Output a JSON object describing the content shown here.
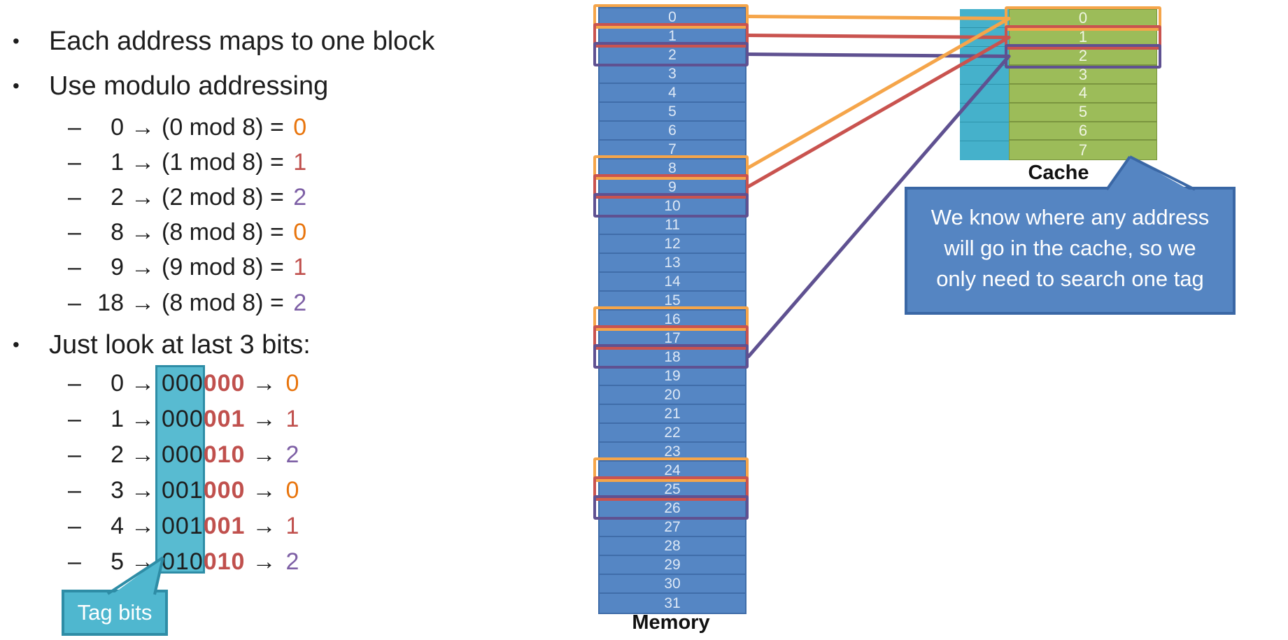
{
  "slide": {
    "glyphs": {
      "bullet": "•",
      "dash": "–",
      "arrow": "→"
    },
    "bullets": [
      {
        "label": "Each address maps to one block"
      },
      {
        "label": "Use modulo addressing"
      },
      {
        "label": "Just look at last 3 bits:"
      }
    ],
    "modulo_items": [
      {
        "addr": "0",
        "expr": "(0 mod 8) = ",
        "result": "0",
        "color": "orange"
      },
      {
        "addr": "1",
        "expr": "(1 mod 8) = ",
        "result": "1",
        "color": "red"
      },
      {
        "addr": "2",
        "expr": "(2 mod 8) = ",
        "result": "2",
        "color": "purple"
      },
      {
        "addr": "8",
        "expr": "(8 mod 8) = ",
        "result": "0",
        "color": "orange"
      },
      {
        "addr": "9",
        "expr": "(9 mod 8) = ",
        "result": "1",
        "color": "red"
      },
      {
        "addr": "18",
        "expr": "(8 mod 8) = ",
        "result": "2",
        "color": "purple"
      }
    ],
    "bit_items": [
      {
        "addr": "0",
        "tag": "000",
        "index": "000",
        "result": "0",
        "color": "orange"
      },
      {
        "addr": "1",
        "tag": "000",
        "index": "001",
        "result": "1",
        "color": "red"
      },
      {
        "addr": "2",
        "tag": "000",
        "index": "010",
        "result": "2",
        "color": "purple"
      },
      {
        "addr": "3",
        "tag": "001",
        "index": "000",
        "result": "0",
        "color": "orange"
      },
      {
        "addr": "4",
        "tag": "001",
        "index": "001",
        "result": "1",
        "color": "red"
      },
      {
        "addr": "5",
        "tag": "010",
        "index": "010",
        "result": "2",
        "color": "purple"
      }
    ],
    "tag_callout": {
      "label": "Tag bits"
    },
    "memory": {
      "label": "Memory",
      "rows": [
        "0",
        "1",
        "2",
        "3",
        "4",
        "5",
        "6",
        "7",
        "8",
        "9",
        "10",
        "11",
        "12",
        "13",
        "14",
        "15",
        "16",
        "17",
        "18",
        "19",
        "20",
        "21",
        "22",
        "23",
        "24",
        "25",
        "26",
        "27",
        "28",
        "29",
        "30",
        "31"
      ],
      "highlighted_rows": [
        {
          "row": 0,
          "color": "orange"
        },
        {
          "row": 1,
          "color": "red"
        },
        {
          "row": 2,
          "color": "purple"
        },
        {
          "row": 8,
          "color": "orange"
        },
        {
          "row": 9,
          "color": "red"
        },
        {
          "row": 10,
          "color": "purple"
        },
        {
          "row": 16,
          "color": "orange"
        },
        {
          "row": 17,
          "color": "red"
        },
        {
          "row": 18,
          "color": "purple"
        },
        {
          "row": 24,
          "color": "orange"
        },
        {
          "row": 25,
          "color": "red"
        },
        {
          "row": 26,
          "color": "purple"
        }
      ]
    },
    "cache": {
      "label": "Cache",
      "rows": [
        "0",
        "1",
        "2",
        "3",
        "4",
        "5",
        "6",
        "7"
      ],
      "highlighted_rows": [
        {
          "row": 0,
          "color": "orange"
        },
        {
          "row": 1,
          "color": "red"
        },
        {
          "row": 2,
          "color": "purple"
        }
      ]
    },
    "mappings": [
      {
        "from": 0,
        "to": 0,
        "color": "orange"
      },
      {
        "from": 1,
        "to": 1,
        "color": "red"
      },
      {
        "from": 2,
        "to": 2,
        "color": "purple"
      },
      {
        "from": 8,
        "to": 0,
        "color": "orange"
      },
      {
        "from": 9,
        "to": 1,
        "color": "red"
      },
      {
        "from": 18,
        "to": 2,
        "color": "purple"
      }
    ],
    "note_callout": {
      "lines": [
        "We know where any address",
        "will go in the cache, so we",
        "only need to search one tag"
      ]
    },
    "colors": {
      "orange": "#e8740c",
      "red": "#c0504d",
      "purple": "#7d5fa5",
      "line_orange": "#f5a54a",
      "line_red": "#c9534f",
      "line_purple": "#5f5191",
      "memory_fill": "#5586c4",
      "cache_tag_fill": "#45b1cb",
      "cache_data_fill": "#9cbc59",
      "callout_fill": "#5585c2",
      "callout_border": "#3a67a5",
      "teal_fill": "#4fb7cf",
      "teal_border": "#2e8da6"
    }
  }
}
